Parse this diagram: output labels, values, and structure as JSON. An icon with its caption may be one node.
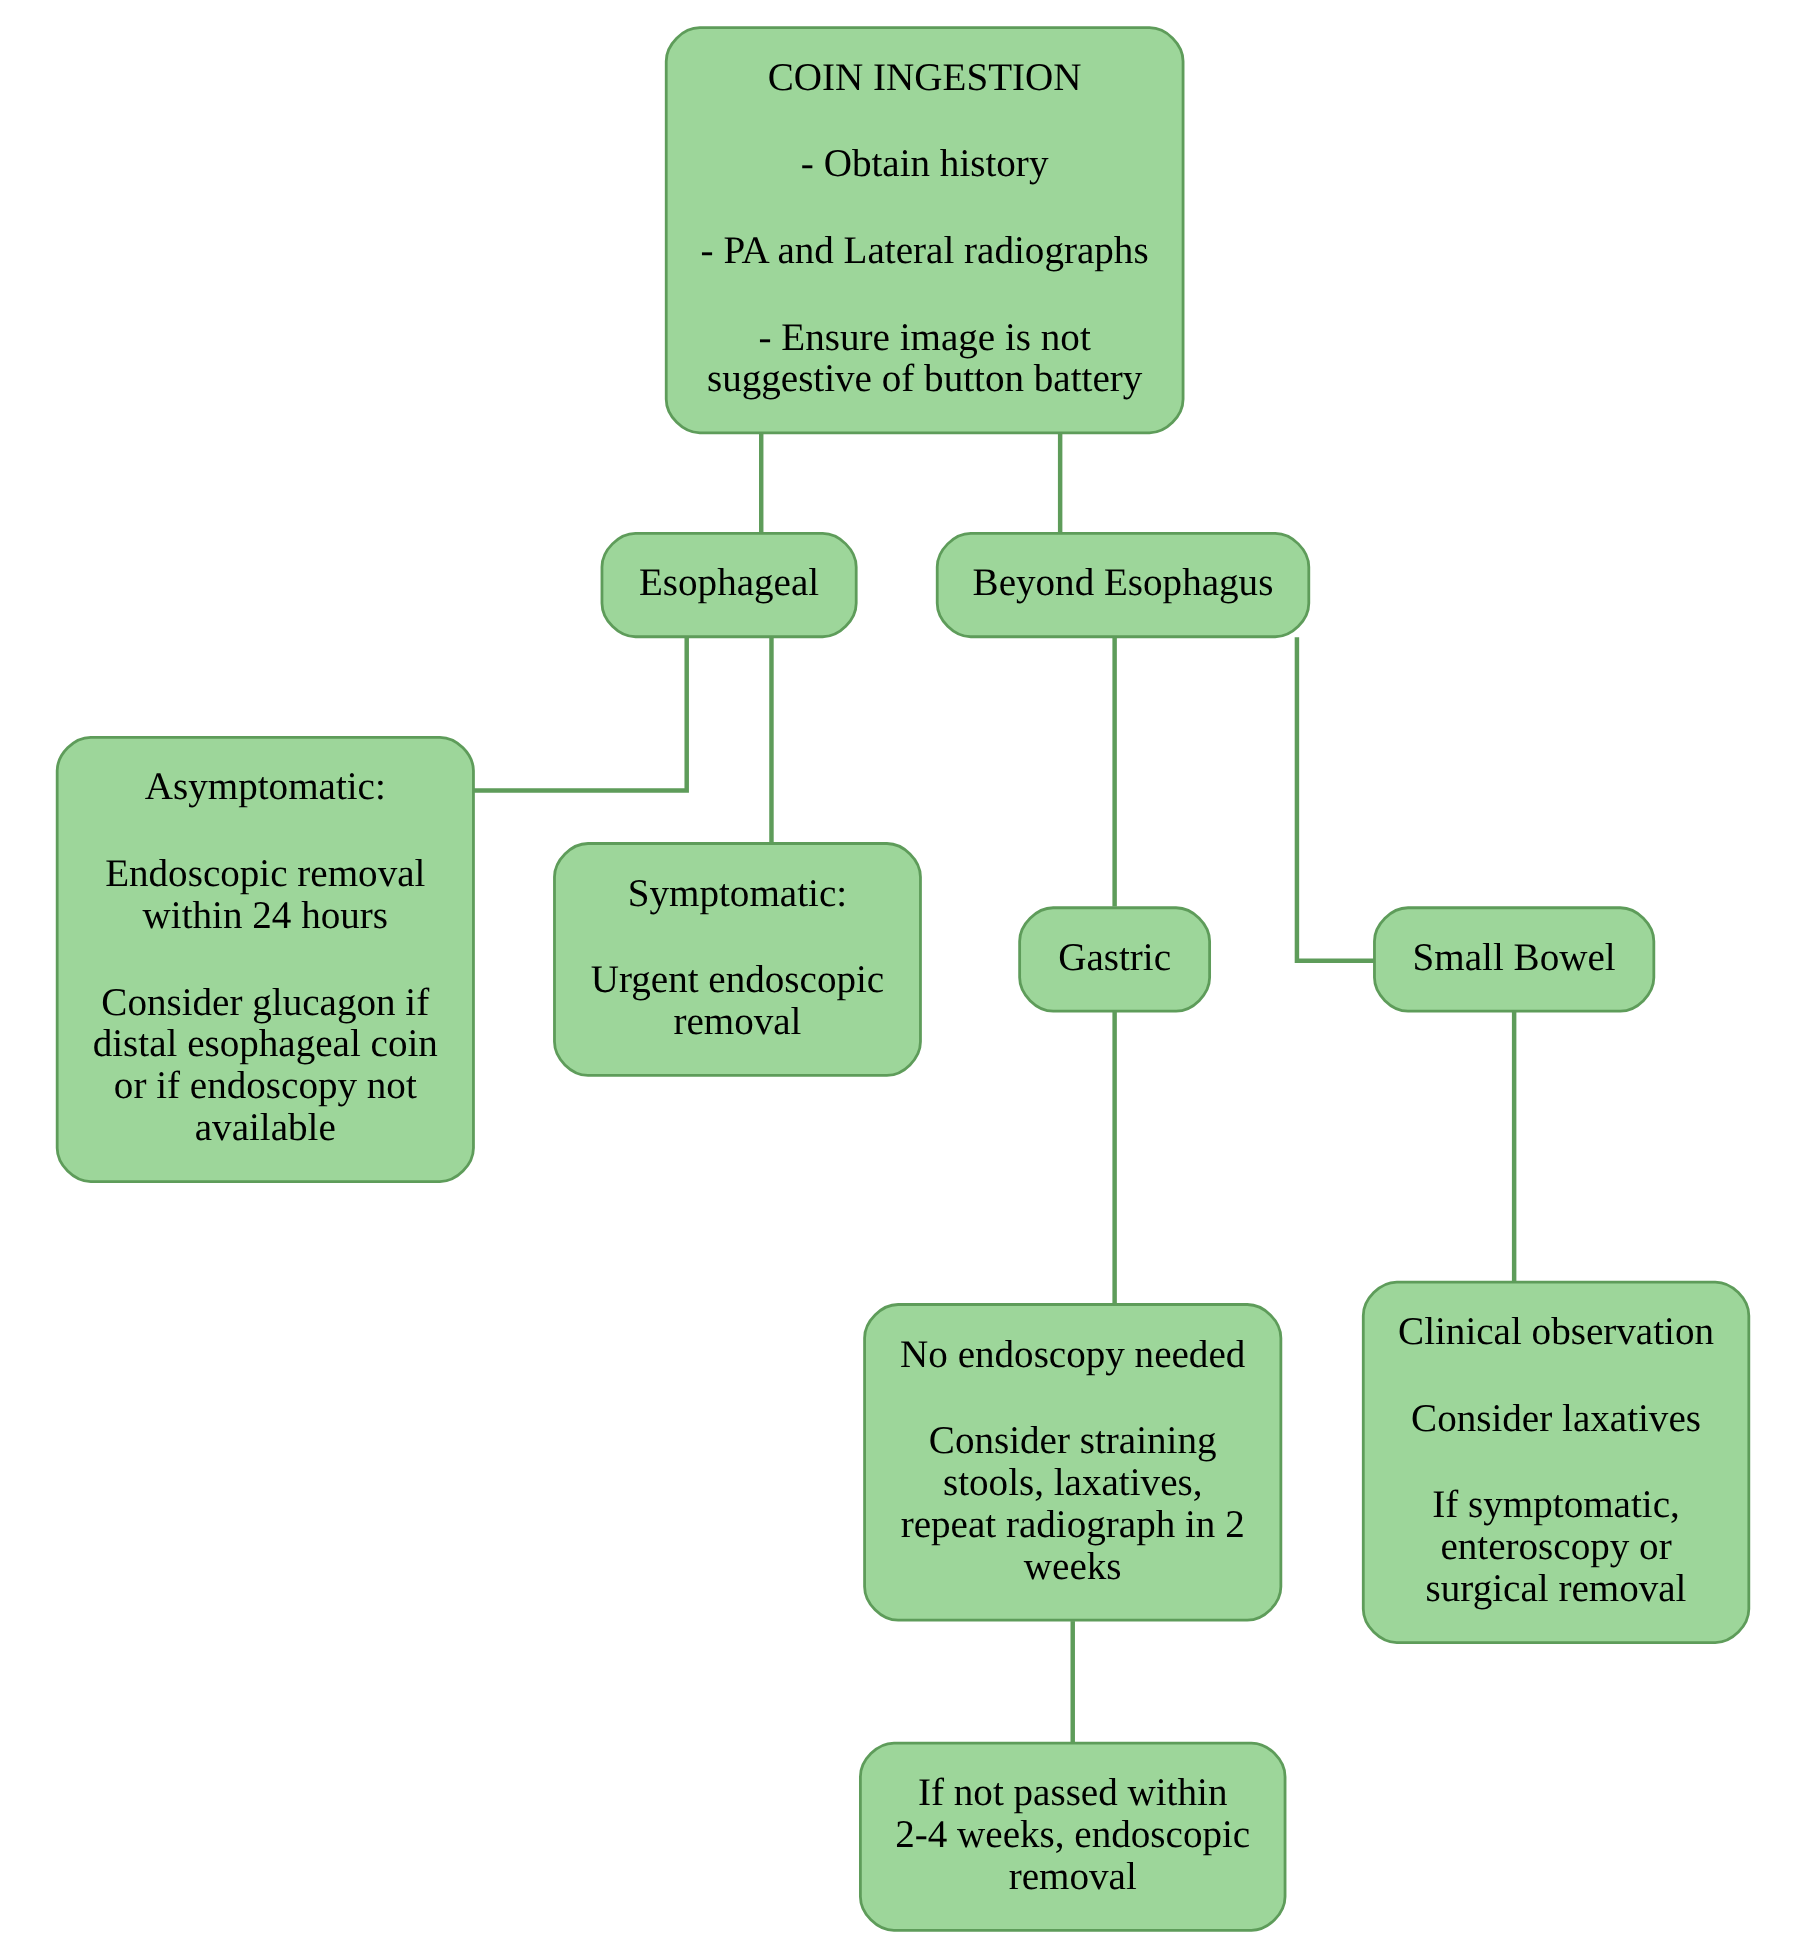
{
  "diagram": {
    "nodes": [
      {
        "text": [
          "COIN INGESTION",
          "- Obtain history",
          "- PA and Lateral radiographs",
          "- Ensure image is not suggestive of button battery"
        ]
      },
      {
        "text": [
          "Esophageal"
        ]
      },
      {
        "text": [
          "Beyond Esophagus"
        ]
      },
      {
        "text": [
          "Asymptomatic:",
          "Endoscopic removal within 24 hours",
          "Consider glucagon if distal esophageal coin or if endoscopy not available"
        ]
      },
      {
        "text": [
          "Gastric"
        ]
      },
      {
        "text": [
          "Small Bowel"
        ]
      },
      {
        "text": [
          "No endoscopy needed",
          "Consider straining stools, laxatives, repeat radiograph in 2 weeks"
        ]
      },
      {
        "text": [
          "Clinical observation",
          "Consider laxatives",
          "If symptomatic, enteroscopy or surgical removal"
        ]
      },
      {
        "text": [
          "Symptomatic:",
          "Urgent endoscopic removal"
        ]
      },
      {
        "text": [
          "If not passed within 2-4 weeks, endoscopic removal"
        ]
      }
    ],
    "edges": [
      {
        "from": 0,
        "to": 1,
        "arrow": "none"
      },
      {
        "from": 0,
        "to": 2,
        "arrow": "none"
      },
      {
        "from": 1,
        "to": 3,
        "arrow": "none"
      },
      {
        "from": 1,
        "to": 8,
        "arrow": "none"
      },
      {
        "from": 2,
        "to": 4,
        "arrow": "none"
      },
      {
        "from": 2,
        "to": 5,
        "arrow": "none"
      },
      {
        "from": 4,
        "to": 6,
        "arrow": "none"
      },
      {
        "from": 5,
        "to": 7,
        "arrow": "none"
      },
      {
        "from": 6,
        "to": 9,
        "arrow": "none"
      }
    ]
  }
}
